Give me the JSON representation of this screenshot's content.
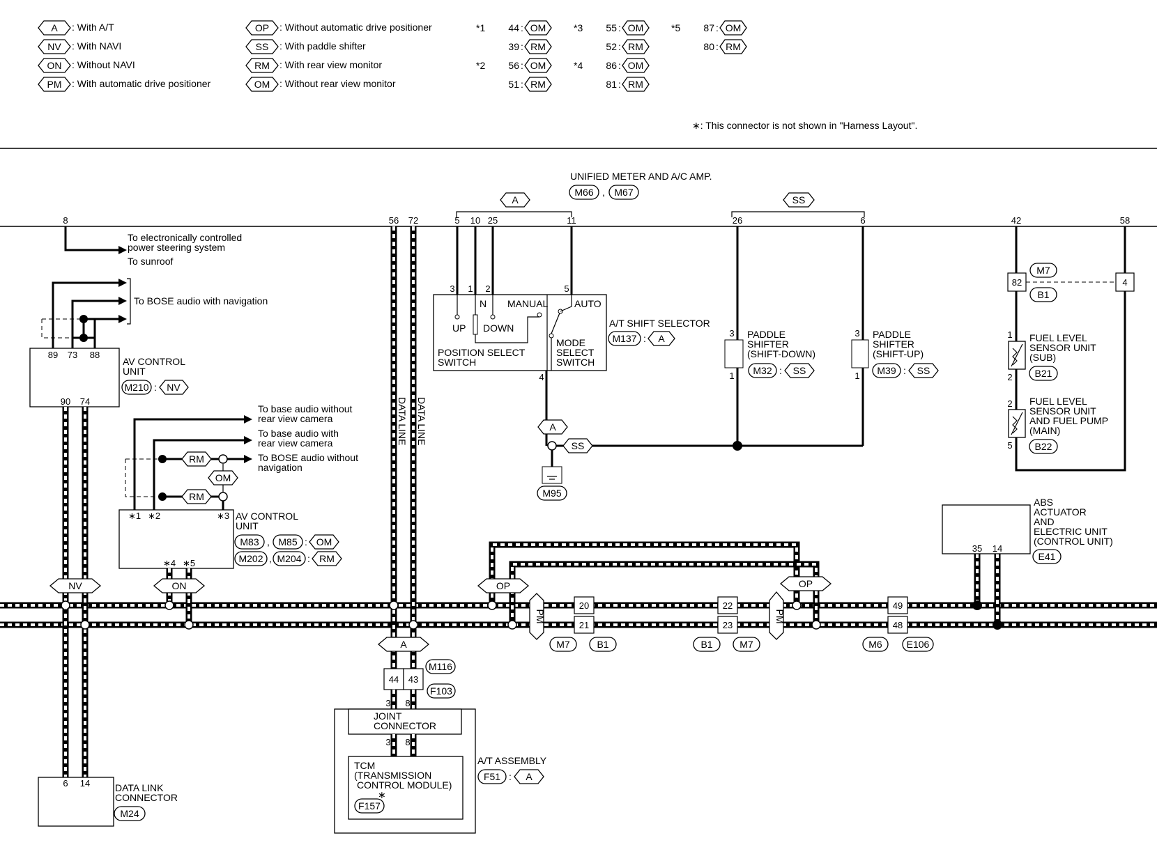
{
  "legend": {
    "options": [
      {
        "code": "A",
        "text": ": With A/T"
      },
      {
        "code": "NV",
        "text": ": With NAVI"
      },
      {
        "code": "ON",
        "text": ": Without NAVI"
      },
      {
        "code": "PM",
        "text": ": With automatic drive positioner"
      },
      {
        "code": "OP",
        "text": ": Without automatic drive positioner"
      },
      {
        "code": "SS",
        "text": ": With paddle shifter"
      },
      {
        "code": "RM",
        "text": ": With rear view monitor"
      },
      {
        "code": "OM",
        "text": ": Without rear view monitor"
      }
    ],
    "stars": [
      {
        "star": "*1",
        "rows": [
          {
            "pin": "44",
            "code": "OM"
          },
          {
            "pin": "39",
            "code": "RM"
          }
        ]
      },
      {
        "star": "*2",
        "rows": [
          {
            "pin": "56",
            "code": "OM"
          },
          {
            "pin": "51",
            "code": "RM"
          }
        ]
      },
      {
        "star": "*3",
        "rows": [
          {
            "pin": "55",
            "code": "OM"
          },
          {
            "pin": "52",
            "code": "RM"
          }
        ]
      },
      {
        "star": "*4",
        "rows": [
          {
            "pin": "86",
            "code": "OM"
          },
          {
            "pin": "81",
            "code": "RM"
          }
        ]
      },
      {
        "star": "*5",
        "rows": [
          {
            "pin": "87",
            "code": "OM"
          },
          {
            "pin": "80",
            "code": "RM"
          }
        ]
      }
    ],
    "note": "∗: This connector is not shown in \"Harness Layout\"."
  },
  "meter": {
    "title": "UNIFIED METER AND A/C AMP.",
    "connectors": [
      "M66",
      "M67"
    ],
    "group_a": "A",
    "group_ss": "SS",
    "pins": [
      "8",
      "56",
      "72",
      "5",
      "10",
      "25",
      "11",
      "26",
      "6",
      "42",
      "58"
    ]
  },
  "left": {
    "to_eps": "To electronically controlled power steering system",
    "to_eps_l1": "To electronically controlled",
    "to_eps_l2": "power steering system",
    "to_sunroof": "To sunroof",
    "to_bose_nav": "To BOSE audio with navigation",
    "av1_title1": "AV CONTROL",
    "av1_title2": "UNIT",
    "av1_conn": "M210",
    "av1_code": "NV",
    "av1_pins_top": [
      "89",
      "73",
      "88"
    ],
    "av1_pins_bot": [
      "90",
      "74"
    ],
    "to_base_wo_cam_1": "To base audio without",
    "to_base_wo_cam_2": "rear view camera",
    "to_base_w_cam_1": "To base audio with",
    "to_base_w_cam_2": "rear view camera",
    "to_bose_wo_nav_1": "To BOSE audio without",
    "to_bose_wo_nav_2": "navigation",
    "av2_title1": "AV CONTROL",
    "av2_title2": "UNIT",
    "av2_conn": [
      "M83",
      "M85",
      "M202",
      "M204"
    ],
    "av2_codes": [
      "OM",
      "RM"
    ],
    "av2_pins_top": [
      "∗1",
      "∗2",
      "∗3"
    ],
    "av2_pins_bot": [
      "∗4",
      "∗5"
    ],
    "rm": "RM",
    "om": "OM",
    "nv": "NV",
    "on": "ON"
  },
  "dlc": {
    "title1": "DATA LINK",
    "title2": "CONNECTOR",
    "conn": "M24",
    "pins": [
      "6",
      "14"
    ]
  },
  "data_line": "DATA LINE",
  "shift_selector": {
    "title": "A/T SHIFT SELECTOR",
    "conn": "M137",
    "code": "A",
    "pins_top": [
      "3",
      "1",
      "2",
      "5"
    ],
    "pin_bot": "4",
    "n": "N",
    "up": "UP",
    "down": "DOWN",
    "manual": "MANUAL",
    "auto": "AUTO",
    "pos1": "POSITION SELECT",
    "pos2": "SWITCH",
    "mode1": "MODE",
    "mode2": "SELECT",
    "mode3": "SWITCH",
    "ground": "M95",
    "a": "A",
    "ss": "SS"
  },
  "paddle_down": {
    "l1": "PADDLE",
    "l2": "SHIFTER",
    "l3": "(SHIFT-DOWN)",
    "conn": "M32",
    "code": "SS",
    "pins": [
      "3",
      "1"
    ]
  },
  "paddle_up": {
    "l1": "PADDLE",
    "l2": "SHIFTER",
    "l3": "(SHIFT-UP)",
    "conn": "M39",
    "code": "SS",
    "pins": [
      "3",
      "1"
    ]
  },
  "fuel": {
    "m7": "M7",
    "b1": "B1",
    "pin82": "82",
    "pin4": "4",
    "sub_l1": "FUEL LEVEL",
    "sub_l2": "SENSOR UNIT",
    "sub_l3": "(SUB)",
    "sub_conn": "B21",
    "sub_pins": [
      "1",
      "2"
    ],
    "main_l1": "FUEL LEVEL",
    "main_l2": "SENSOR UNIT",
    "main_l3": "AND FUEL PUMP",
    "main_l4": "(MAIN)",
    "main_conn": "B22",
    "main_pins": [
      "2",
      "5"
    ]
  },
  "abs": {
    "l1": "ABS",
    "l2": "ACTUATOR",
    "l3": "AND",
    "l4": "ELECTRIC UNIT",
    "l5": "(CONTROL UNIT)",
    "conn": "E41",
    "pins": [
      "35",
      "14"
    ]
  },
  "bus": {
    "op": "OP",
    "pm": "PM",
    "j1_pins": [
      "20",
      "21"
    ],
    "j1_conn": [
      "M7",
      "B1"
    ],
    "j2_pins": [
      "22",
      "23"
    ],
    "j2_conn": [
      "B1",
      "M7"
    ],
    "j3_pins": [
      "49",
      "48"
    ],
    "j3_conn": [
      "M6",
      "E106"
    ]
  },
  "tcm": {
    "a": "A",
    "pins_top": [
      "44",
      "43"
    ],
    "conn_m": "M116",
    "conn_f": "F103",
    "jp": [
      "3",
      "8"
    ],
    "joint1": "JOINT",
    "joint2": "CONNECTOR",
    "tcm1": "TCM",
    "tcm2": "(TRANSMISSION",
    "tcm3": "CONTROL MODULE)",
    "star": "∗",
    "conn": "F157",
    "asm": "A/T ASSEMBLY",
    "asm_conn": "F51",
    "asm_code": "A"
  }
}
